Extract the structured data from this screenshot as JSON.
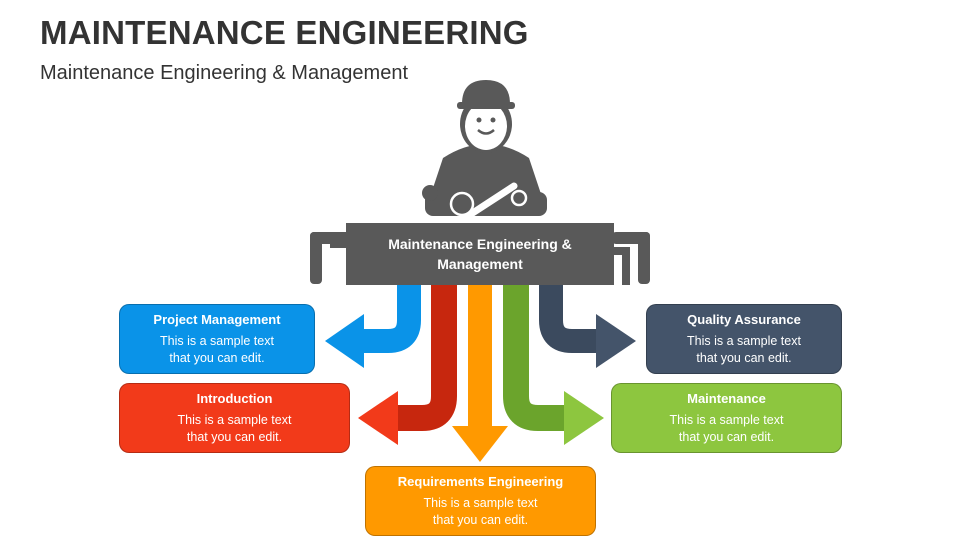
{
  "header": {
    "title": "MAINTENANCE ENGINEERING",
    "subtitle": "Maintenance Engineering & Management"
  },
  "center": {
    "label": "Maintenance Engineering & Management"
  },
  "colors": {
    "center_bar": "#595959",
    "project_management": "#0A93E8",
    "introduction": "#F23A1A",
    "requirements_engineering": "#FF9900",
    "maintenance": "#8DC63F",
    "quality_assurance": "#44546A"
  },
  "icons": [
    "engineer-icon",
    "hard-hat-icon",
    "wrench-icon"
  ],
  "boxes": {
    "project_management": {
      "title": "Project Management",
      "text": "This is a sample text that you can edit."
    },
    "introduction": {
      "title": "Introduction",
      "text": "This is a sample text that you can edit."
    },
    "requirements_engineering": {
      "title": "Requirements Engineering",
      "text": "This is a sample text that you can edit."
    },
    "maintenance": {
      "title": "Maintenance",
      "text": "This is a sample text that you can edit."
    },
    "quality_assurance": {
      "title": "Quality Assurance",
      "text": "This is a sample text that you can edit."
    }
  }
}
